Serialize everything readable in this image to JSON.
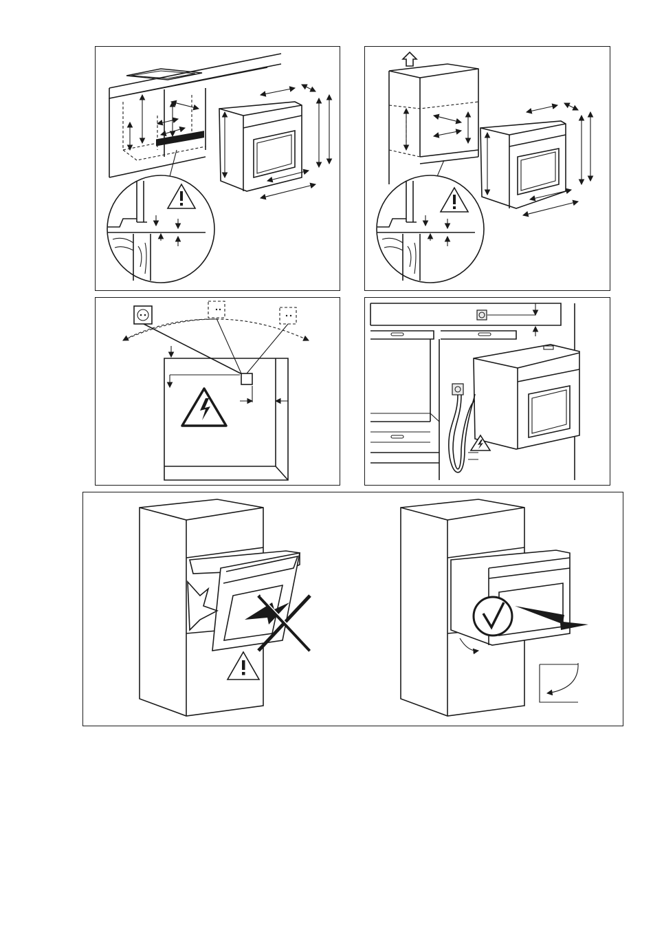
{
  "document": {
    "panels": [
      {
        "id": "built-in-under-hob",
        "label": ""
      },
      {
        "id": "built-in-column",
        "label": ""
      },
      {
        "id": "socket-position",
        "label": ""
      },
      {
        "id": "cable-connection",
        "label": ""
      },
      {
        "id": "door-installation-warning",
        "label": ""
      }
    ]
  },
  "symbols": {
    "warning_icon": "warning-triangle-exclamation",
    "electric_icon": "warning-triangle-lightning",
    "check_icon": "circle-checkmark",
    "cross_icon": "x-cross",
    "arrow_icon": "arrow"
  },
  "colors": {
    "line": "#1a1a1a",
    "background": "#ffffff",
    "shade": "#e9e9e9"
  }
}
